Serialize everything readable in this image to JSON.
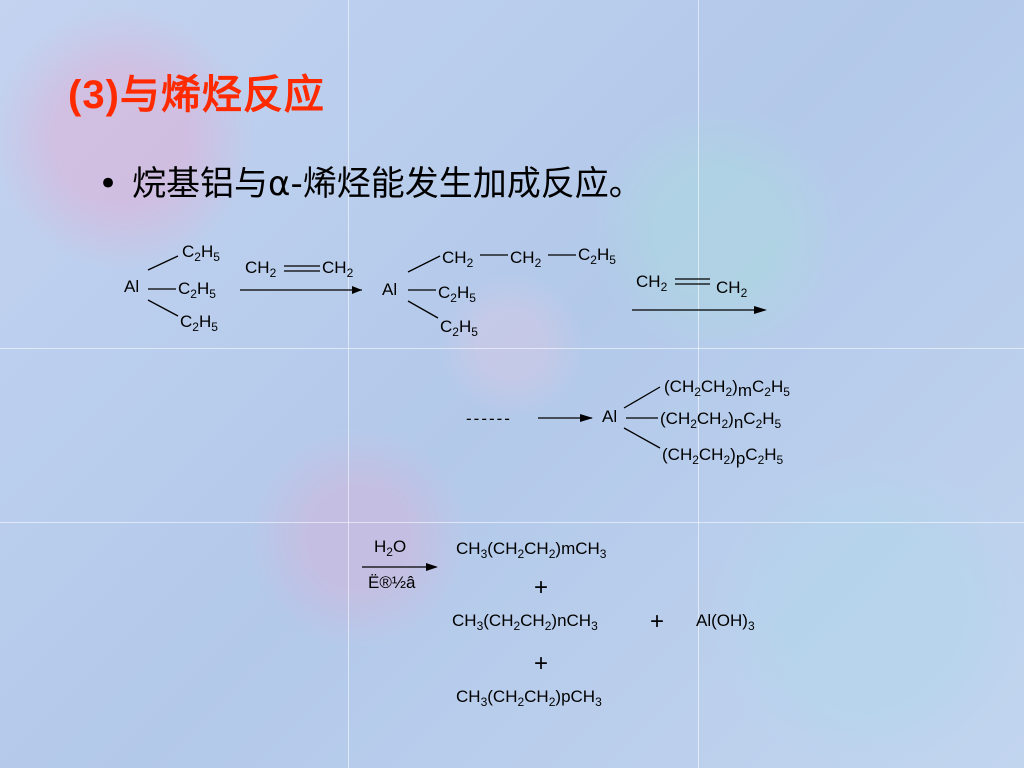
{
  "slide": {
    "title": "(3)与烯烃反应",
    "bullet_symbol": "•",
    "bullet_text": "烷基铝与α-烯烃能发生加成反应。"
  },
  "scheme": {
    "row1": {
      "al_1": "Al",
      "r1_top_main": "C",
      "r1_top_sub1": "2",
      "r1_top_h": "H",
      "r1_top_sub2": "5",
      "r1_mid_main": "C",
      "r1_mid_sub1": "2",
      "r1_mid_h": "H",
      "r1_mid_sub2": "5",
      "r1_bot_main": "C",
      "r1_bot_sub1": "2",
      "r1_bot_h": "H",
      "r1_bot_sub2": "5",
      "eth1_a": "CH",
      "eth1_a_sub": "2",
      "eth1_b": "CH",
      "eth1_b_sub": "2",
      "al_2": "Al",
      "p_ch2a": "CH",
      "p_ch2a_sub": "2",
      "p_ch2b": "CH",
      "p_ch2b_sub": "2",
      "p_c2h5_c": "C",
      "p_c2h5_s1": "2",
      "p_c2h5_h": "H",
      "p_c2h5_s2": "5",
      "p_mid_c": "C",
      "p_mid_s1": "2",
      "p_mid_h": "H",
      "p_mid_s2": "5",
      "p_bot_c": "C",
      "p_bot_s1": "2",
      "p_bot_h": "H",
      "p_bot_s2": "5",
      "eth2_a": "CH",
      "eth2_a_sub": "2",
      "eth2_b": "CH",
      "eth2_b_sub": "2"
    },
    "row2": {
      "dashes": "------",
      "al_3": "Al",
      "chain_m_pre": "(CH",
      "chain_m_s1": "2",
      "chain_m_mid": "CH",
      "chain_m_s2": "2",
      "chain_m_close": ")",
      "chain_m_idx": "m",
      "chain_m_c": "C",
      "chain_m_s3": "2",
      "chain_m_h": "H",
      "chain_m_s4": "5",
      "chain_n_pre": "(CH",
      "chain_n_s1": "2",
      "chain_n_mid": "CH",
      "chain_n_s2": "2",
      "chain_n_close": ")",
      "chain_n_idx": "n",
      "chain_n_c": "C",
      "chain_n_s3": "2",
      "chain_n_h": "H",
      "chain_n_s4": "5",
      "chain_p_pre": "(CH",
      "chain_p_s1": "2",
      "chain_p_mid": "CH",
      "chain_p_s2": "2",
      "chain_p_close": ")",
      "chain_p_idx": "p",
      "chain_p_c": "C",
      "chain_p_s3": "2",
      "chain_p_h": "H",
      "chain_p_s4": "5"
    },
    "row3": {
      "water_h": "H",
      "water_sub": "2",
      "water_o": "O",
      "garbled_label": "Ë®½â",
      "prod_m_a": "CH",
      "prod_m_s1": "3",
      "prod_m_b": "(CH",
      "prod_m_s2": "2",
      "prod_m_c": "CH",
      "prod_m_s3": "2",
      "prod_m_d": ")mCH",
      "prod_m_s4": "3",
      "prod_n_a": "CH",
      "prod_n_s1": "3",
      "prod_n_b": "(CH",
      "prod_n_s2": "2",
      "prod_n_c": "CH",
      "prod_n_s3": "2",
      "prod_n_d": ")nCH",
      "prod_n_s4": "3",
      "prod_p_a": "CH",
      "prod_p_s1": "3",
      "prod_p_b": "(CH",
      "prod_p_s2": "2",
      "prod_p_c": "CH",
      "prod_p_s3": "2",
      "prod_p_d": ")pCH",
      "prod_p_s4": "3",
      "plus_1": "+",
      "plus_2": "+",
      "plus_3": "+",
      "aloh_main": "Al(OH)",
      "aloh_sub": "3"
    }
  }
}
